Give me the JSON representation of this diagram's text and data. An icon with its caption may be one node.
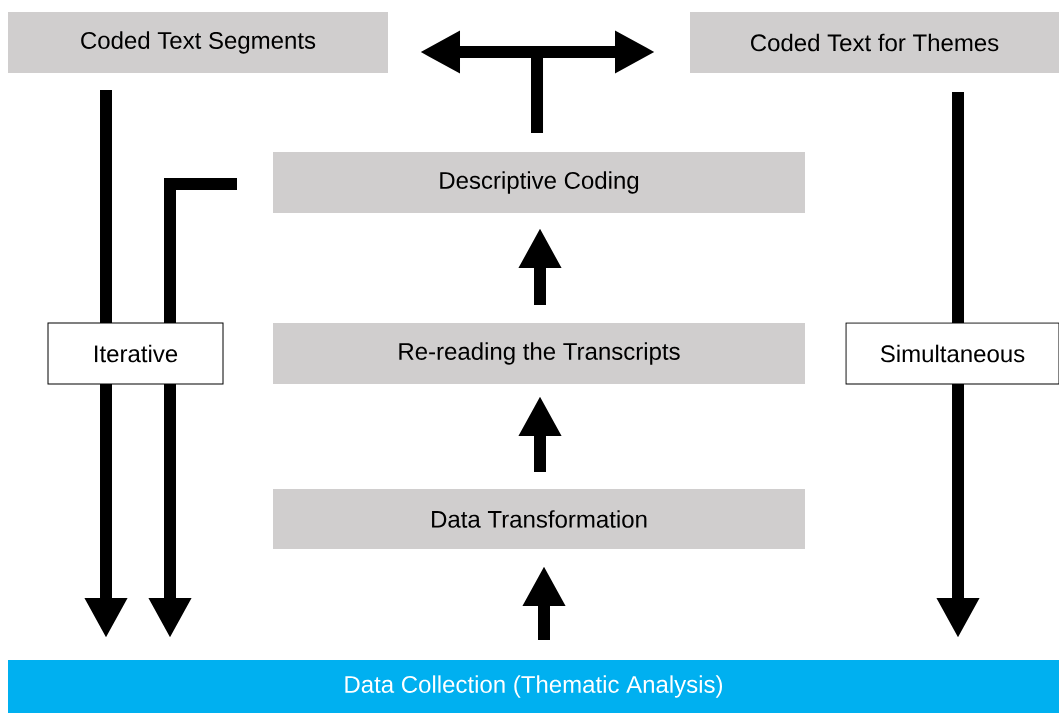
{
  "diagram": {
    "nodes": [
      {
        "text": [
          "Coded Text Segments"
        ]
      },
      {
        "text": [
          "Coded Text for Themes"
        ]
      },
      {
        "text": [
          "Descriptive Coding"
        ]
      },
      {
        "text": [
          "Re-reading the Transcripts"
        ]
      },
      {
        "text": [
          "Data Transformation"
        ]
      },
      {
        "text": [
          "Data Collection (Thematic Analysis)"
        ]
      }
    ],
    "edges": [
      {
        "from": 5,
        "to": 4,
        "arrow": "to"
      },
      {
        "from": 4,
        "to": 3,
        "arrow": "to"
      },
      {
        "from": 3,
        "to": 2,
        "arrow": "to"
      },
      {
        "from": 2,
        "to": 0,
        "arrow": "to"
      },
      {
        "from": 2,
        "to": 1,
        "arrow": "to"
      },
      {
        "from": 0,
        "to": 5,
        "arrow": "to",
        "label": "Iterative"
      },
      {
        "from": 2,
        "to": 5,
        "arrow": "to"
      },
      {
        "from": 1,
        "to": 5,
        "arrow": "to",
        "label": "Simultaneous"
      }
    ]
  }
}
